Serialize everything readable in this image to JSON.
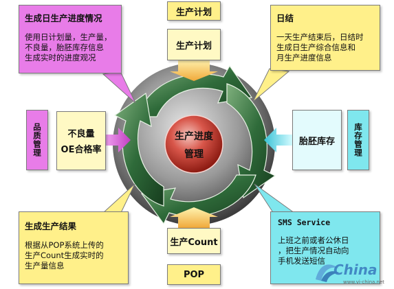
{
  "center": {
    "line1": "生产进度",
    "line2": "管理"
  },
  "top": {
    "tab": "生产计划",
    "box": "生产计划"
  },
  "bottom": {
    "box": "生产Count",
    "tab": "POP"
  },
  "left": {
    "side": "品质管理",
    "box_line1": "不良量",
    "box_line2": "OE合格率"
  },
  "right": {
    "box": "胎胚库存",
    "side": "库存管理"
  },
  "callouts": {
    "top_left": {
      "title": "生成日生产进度情况",
      "body": [
        "使用日计划量，生产量，",
        "不良量，胎胚库存信息",
        "生成实时的进度观况"
      ]
    },
    "top_right": {
      "title": "日结",
      "body": [
        "一天生产结束后，日结时",
        "生成日生产综合信息和",
        "月生产进度信息"
      ]
    },
    "bottom_left": {
      "title": "生成生产结果",
      "body": [
        "根据从POP系统上传的",
        "生产Count生成实时的",
        "生产量信息"
      ]
    },
    "bottom_right": {
      "title": "SMS Service",
      "body": [
        "上班之前或者公休日",
        "，把生产情况自动向",
        "手机发送短信"
      ]
    }
  },
  "watermark": {
    "brand": "China",
    "url": "www.vi-china.net"
  },
  "colors": {
    "magenta": "#e87ce8",
    "yellow": "#fff08a",
    "cyan": "#7fe7ee",
    "light_yellow": "#fff9c4",
    "arrow_green": "#2f6b3a",
    "center_red": "#d23b2e"
  }
}
